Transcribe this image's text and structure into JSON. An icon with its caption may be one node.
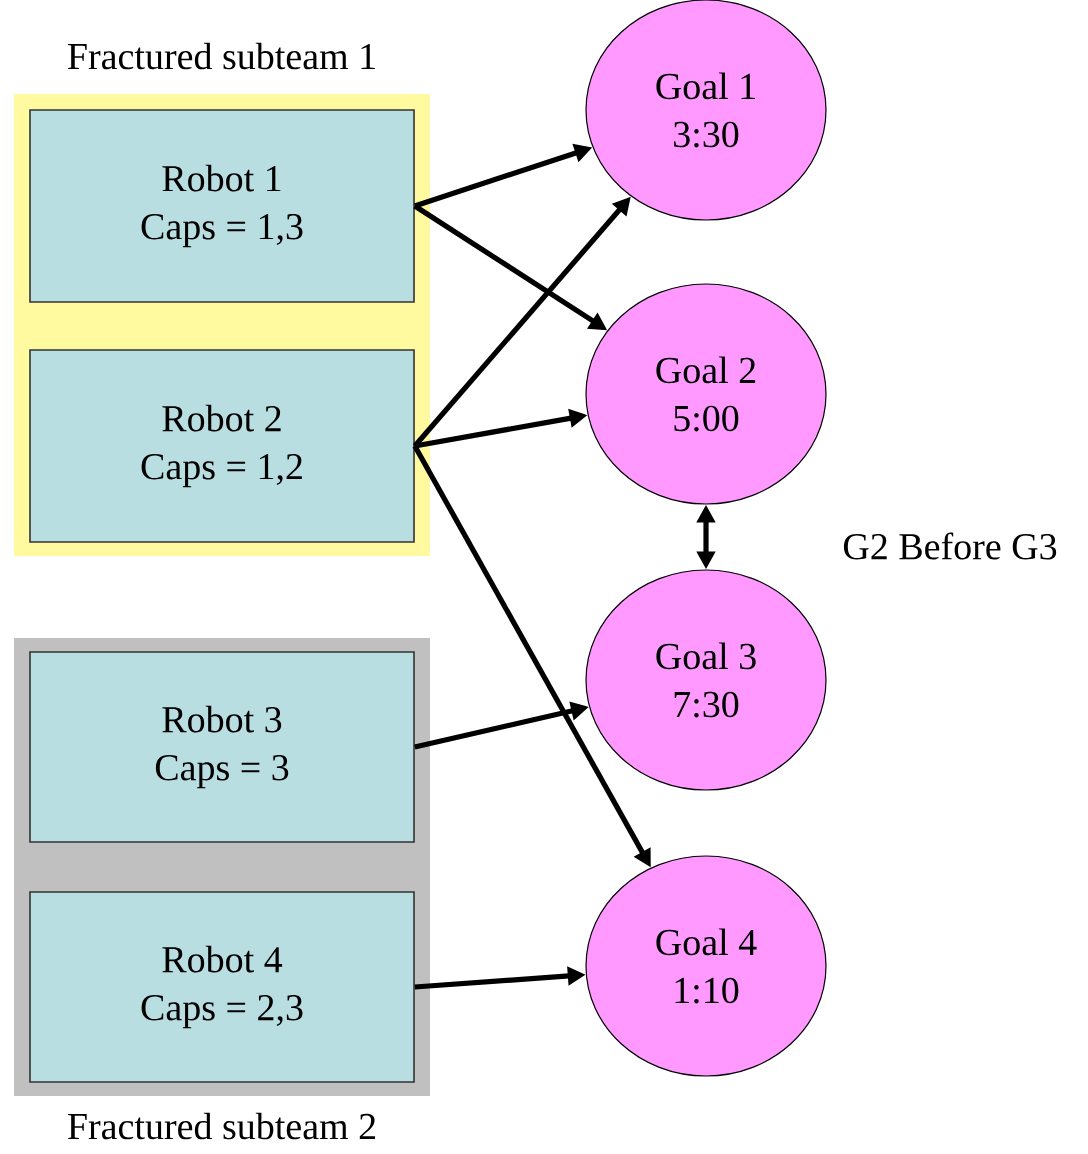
{
  "diagram": {
    "nodes": [
      {
        "text": [
          "Fractured subteam 1"
        ]
      },
      {
        "text": [
          "Robot 1",
          "Caps = 1,3"
        ],
        "in": 0
      },
      {
        "text": [
          "Robot 2",
          "Caps = 1,2"
        ],
        "in": 0
      },
      {
        "text": [
          "Fractured subteam 2"
        ]
      },
      {
        "text": [
          "Robot 3",
          "Caps = 3"
        ],
        "in": 3
      },
      {
        "text": [
          "Robot 4",
          "Caps = 2,3"
        ],
        "in": 3
      },
      {
        "text": [
          "Goal 1",
          "3:30"
        ]
      },
      {
        "text": [
          "Goal 2",
          "5:00"
        ]
      },
      {
        "text": [
          "Goal 3",
          "7:30"
        ]
      },
      {
        "text": [
          "Goal 4",
          "1:10"
        ]
      }
    ],
    "edges": [
      {
        "from": 1,
        "to": 6,
        "arrow": "to"
      },
      {
        "from": 1,
        "to": 7,
        "arrow": "to"
      },
      {
        "from": 2,
        "to": 6,
        "arrow": "to"
      },
      {
        "from": 2,
        "to": 7,
        "arrow": "to"
      },
      {
        "from": 2,
        "to": 9,
        "arrow": "to"
      },
      {
        "from": 4,
        "to": 8,
        "arrow": "to"
      },
      {
        "from": 5,
        "to": 9,
        "arrow": "to"
      },
      {
        "from": 7,
        "to": 8,
        "arrow": "both",
        "label": "G2 Before G3"
      }
    ]
  }
}
